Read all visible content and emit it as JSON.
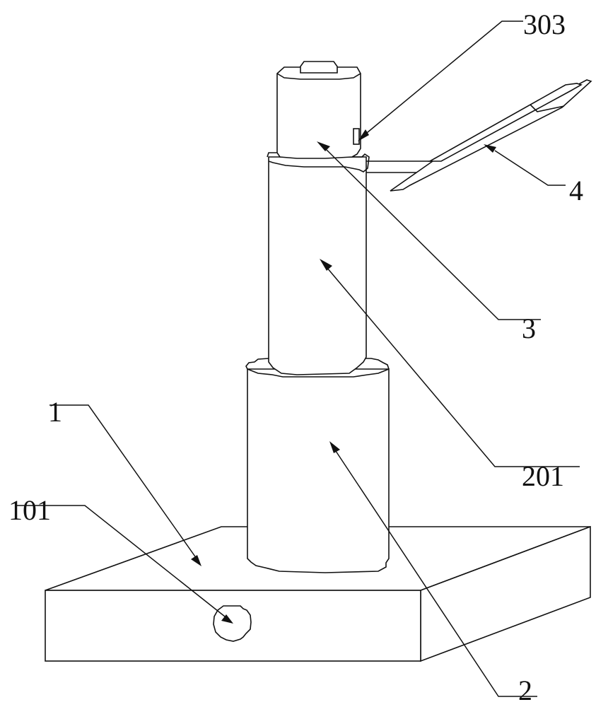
{
  "labels": {
    "base": "1",
    "base_hole": "101",
    "lower_column": "2",
    "middle_column": "201",
    "upper_column": "3",
    "upper_part": "303",
    "arm": "4"
  }
}
